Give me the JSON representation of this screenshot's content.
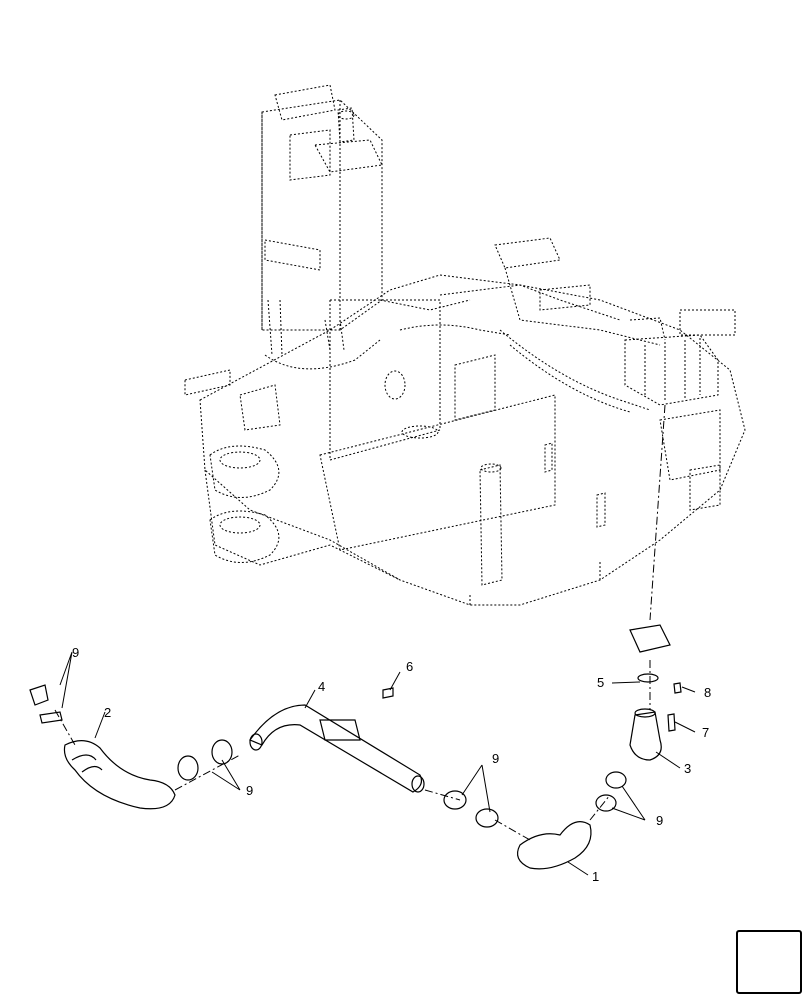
{
  "callouts": {
    "c1": "1",
    "c2": "2",
    "c3": "3",
    "c4": "4",
    "c5": "5",
    "c6": "6",
    "c7": "7",
    "c8": "8",
    "c9a": "9",
    "c9b": "9",
    "c9c": "9",
    "c9d": "9"
  },
  "icons": {
    "nav": "arrow-next-page-icon"
  },
  "colors": {
    "line": "#000000",
    "background": "#ffffff"
  }
}
